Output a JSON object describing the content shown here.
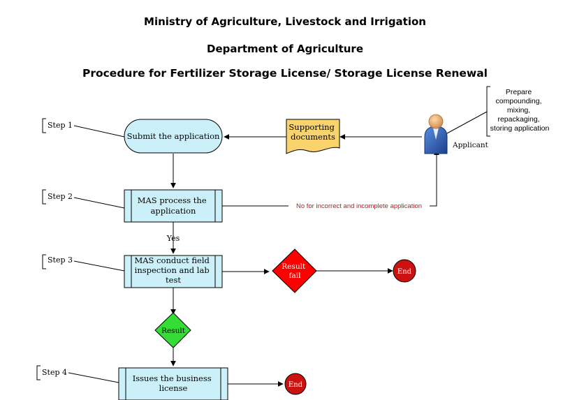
{
  "header": {
    "line1": "Ministry of Agriculture, Livestock and Irrigation",
    "line2": "Department of Agriculture",
    "line3": "Procedure for Fertilizer Storage License/ Storage License Renewal"
  },
  "steps": {
    "step1": "Step 1",
    "step2": "Step 2",
    "step3": "Step 3",
    "step4": "Step 4"
  },
  "nodes": {
    "submit": [
      "Submit the application"
    ],
    "supporting": [
      "Supporting",
      "documents"
    ],
    "process": [
      "MAS process the",
      "application"
    ],
    "inspection": [
      "MAS conduct field",
      "inspection and lab",
      "test"
    ],
    "result_fail": [
      "Result",
      "fail"
    ],
    "result": [
      "Result"
    ],
    "issues": [
      "Issues the business",
      "license"
    ],
    "end1": "End",
    "end2": "End"
  },
  "actor": {
    "label": "Applicant",
    "note": [
      "Prepare",
      "compounding,",
      "mixing,",
      "repackaging,",
      "storing application"
    ]
  },
  "edges": {
    "yes": "Yes",
    "no": "No for incorrect and incomplete application"
  },
  "colors": {
    "terminal_fill": "#ccf0f9",
    "process_fill": "#ccf0f9",
    "document_fill": "#f9d36b",
    "fail_fill": "#ff0000",
    "result_fill": "#33dd33",
    "end_fill": "#cc1111",
    "no_label": "#b22222"
  }
}
